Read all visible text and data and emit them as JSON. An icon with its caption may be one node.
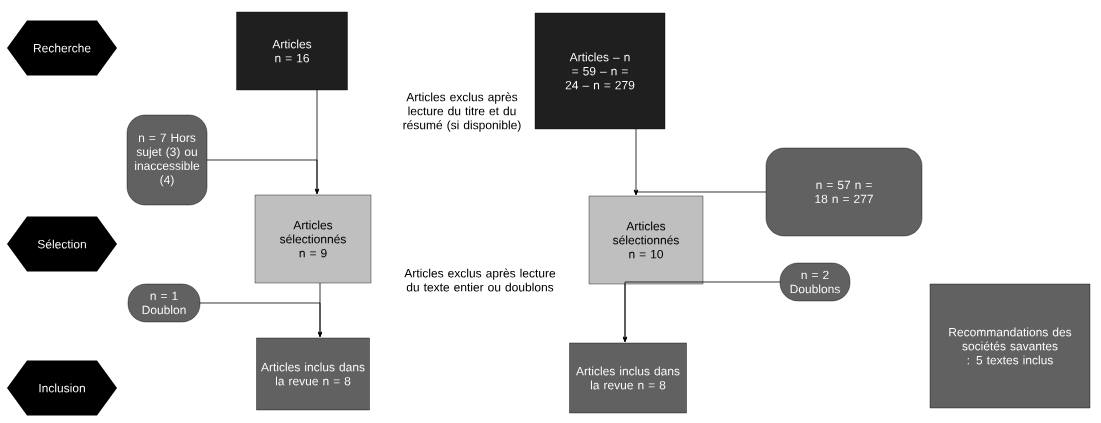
{
  "diagram": {
    "nodes": [
      {
        "text": [
          "Recherche"
        ]
      },
      {
        "text": [
          "Sélection"
        ]
      },
      {
        "text": [
          "Inclusion"
        ]
      },
      {
        "text": [
          "Articles n = 16"
        ]
      },
      {
        "text": [
          "n = 7 Hors sujet (3) ou inaccessible (4)"
        ]
      },
      {
        "text": [
          "Articles sélectionnés n = 9"
        ]
      },
      {
        "text": [
          "n = 1 Doublon"
        ]
      },
      {
        "text": [
          "Articles inclus dans la revue n = 8"
        ]
      },
      {
        "text": [
          "Articles – n = 59 – n = 24 – n = 279"
        ]
      },
      {
        "text": [
          "n = 57 n = 18 n = 277"
        ]
      },
      {
        "text": [
          "Articles sélectionnés n = 10"
        ]
      },
      {
        "text": [
          "n = 2 Doublons"
        ]
      },
      {
        "text": [
          "Articles inclus dans la revue n = 8"
        ]
      },
      {
        "text": [
          "Recommandations des sociétés savantes : 5 textes inclus"
        ]
      }
    ],
    "edges": [
      {
        "from": 3,
        "to": 5,
        "arrow": "to"
      },
      {
        "from": 4,
        "to": 5,
        "arrow": "to"
      },
      {
        "from": 5,
        "to": 7,
        "arrow": "to"
      },
      {
        "from": 6,
        "to": 7,
        "arrow": "to"
      },
      {
        "from": 8,
        "to": 10,
        "arrow": "to"
      },
      {
        "from": 9,
        "to": 10,
        "arrow": "to"
      },
      {
        "from": 10,
        "to": 12,
        "arrow": "to"
      },
      {
        "from": 11,
        "to": 12,
        "arrow": "to"
      }
    ],
    "labels": [
      "Articles exclus après lecture du titre et du résumé (si disponible)",
      "Articles exclus après lecture du texte entier ou doublons"
    ]
  }
}
